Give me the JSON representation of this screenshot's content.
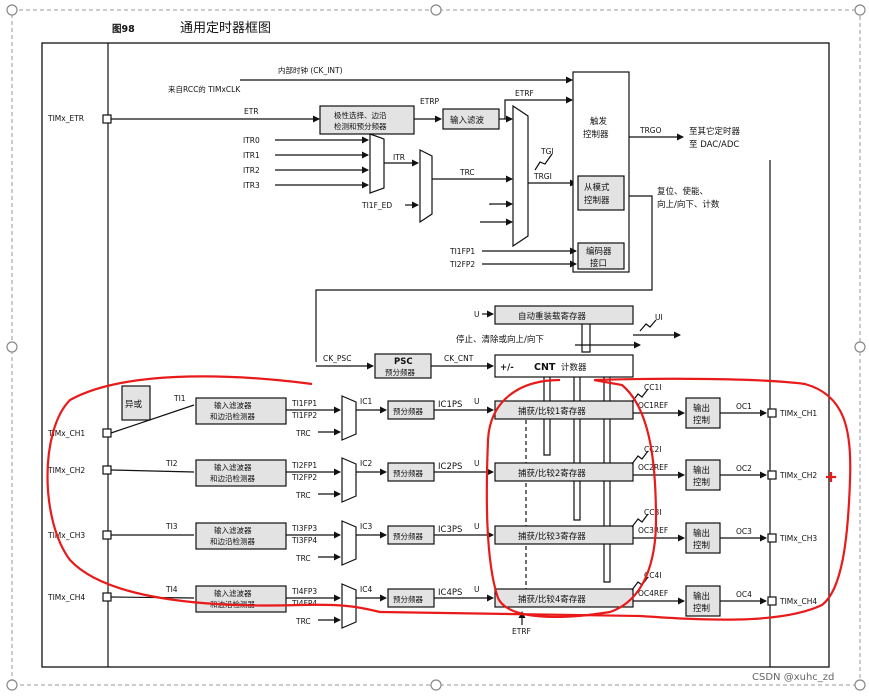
{
  "figure": {
    "number": "图98",
    "title": "通用定时器框图"
  },
  "clocks": {
    "ck_int": "内部时钟 (CK_INT)",
    "rcc": "来自RCC的 TIMxCLK",
    "ck_psc": "CK_PSC",
    "ck_cnt": "CK_CNT"
  },
  "trigger": {
    "etr_pin": "TIMx_ETR",
    "etr": "ETR",
    "etrp": "ETRP",
    "etrf": "ETRF",
    "polarity_l1": "极性选择、边沿",
    "polarity_l2": "检测和预分频器",
    "input_filter": "输入滤波",
    "itr": [
      "ITR0",
      "ITR1",
      "ITR2",
      "ITR3"
    ],
    "itr_out": "ITR",
    "trc": "TRC",
    "ti1f_ed": "TI1F_ED",
    "tgi": "TGI",
    "trgi": "TRGI",
    "ti1fp1": "TI1FP1",
    "ti2fp2": "TI2FP2",
    "trigger_ctrl_l1": "触发",
    "trigger_ctrl_l2": "控制器",
    "trgo": "TRGO",
    "trgo_dest_l1": "至其它定时器",
    "trgo_dest_l2": "至 DAC/ADC",
    "slave_l1": "从模式",
    "slave_l2": "控制器",
    "slave_out_l1": "复位、使能、",
    "slave_out_l2": "向上/向下、计数",
    "encoder_l1": "编码器",
    "encoder_l2": "接口"
  },
  "counter": {
    "u": "U",
    "ui": "UI",
    "arr": "自动重装载寄存器",
    "stop_clear": "停止、清除或向上/向下",
    "psc_l1": "PSC",
    "psc_l2": "预分频器",
    "cnt_prefix": "+/-",
    "cnt": "CNT",
    "cnt_suffix": "计数器"
  },
  "channels": [
    {
      "pin": "TIMx_CH1",
      "ti": "TI1",
      "fp_a": "TI1FP1",
      "fp_b": "TI1FP2",
      "trc": "TRC",
      "ic": "IC1",
      "icps": "IC1PS",
      "cci": "CC1I",
      "ccr": "捕获/比较1寄存器",
      "ocref": "OC1REF",
      "oc": "OC1",
      "out_pin": "TIMx_CH1"
    },
    {
      "pin": "TIMx_CH2",
      "ti": "TI2",
      "fp_a": "TI2FP1",
      "fp_b": "TI2FP2",
      "trc": "TRC",
      "ic": "IC2",
      "icps": "IC2PS",
      "cci": "CC2I",
      "ccr": "捕获/比较2寄存器",
      "ocref": "OC2REF",
      "oc": "OC2",
      "out_pin": "TIMx_CH2"
    },
    {
      "pin": "TIMx_CH3",
      "ti": "TI3",
      "fp_a": "TI3FP3",
      "fp_b": "TI3FP4",
      "trc": "TRC",
      "ic": "IC3",
      "icps": "IC3PS",
      "cci": "CC3I",
      "ccr": "捕获/比较3寄存器",
      "ocref": "OC3REF",
      "oc": "OC3",
      "out_pin": "TIMx_CH3"
    },
    {
      "pin": "TIMx_CH4",
      "ti": "TI4",
      "fp_a": "TI4FP3",
      "fp_b": "TI4FP4",
      "trc": "TRC",
      "ic": "IC4",
      "icps": "IC4PS",
      "cci": "CC4I",
      "ccr": "捕获/比较4寄存器",
      "ocref": "OC4REF",
      "oc": "OC4",
      "out_pin": "TIMx_CH4"
    }
  ],
  "channel_blocks": {
    "xor": "异或",
    "filter_l1": "输入滤波器",
    "filter_l2": "和边沿检测器",
    "prescaler": "预分频器",
    "output_l1": "输出",
    "output_l2": "控制",
    "u": "U",
    "etrf": "ETRF"
  },
  "watermark": "CSDN @xuhc_zd",
  "colors": {
    "annotation": "#e81a1a",
    "block_fill": "#e3e3e3"
  }
}
